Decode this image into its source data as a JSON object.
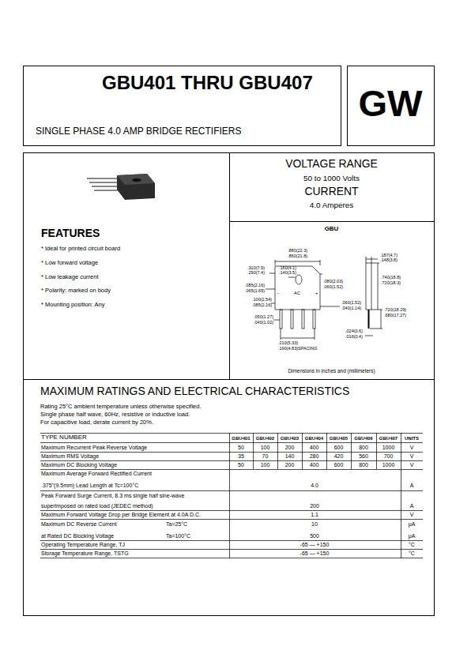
{
  "diagram": {
    "nodes": [
      {
        "text": [
          "GBU401 THRU GBU407",
          "SINGLE PHASE 4.0 AMP BRIDGE RECTIFIERS"
        ]
      },
      {
        "text": [
          "GW"
        ]
      },
      {
        "text": [
          "VOLTAGE RANGE",
          "50 to 1000 Volts",
          "CURRENT",
          "4.0 Amperes"
        ]
      },
      {
        "text": [
          "FEATURES",
          "* Ideal for printed circuit board",
          "* Low forward voltage",
          "* Low leakage current",
          "* Polarity: marked on body",
          "* Mounting position: Any"
        ]
      },
      {
        "text": [
          "GBU",
          "Dimensions in inches and (millimeters)"
        ]
      },
      {
        "text": [
          "MAXIMUM RATINGS AND ELECTRICAL CHARACTERISTICS",
          "Rating 25°C ambient temperature unless otherwise specified.",
          "Single phase half wave, 60Hz, resistive or inductive load.",
          "For capacitive load, derate current by 20%."
        ]
      }
    ],
    "labels": [
      ".880(22.3)",
      ".860(21.8)",
      ".310(7.9)",
      ".290(7.4)",
      ".160(4.1)",
      ".140(3.5)",
      ".080(2.03)",
      ".060(1.52)",
      ".085(2.16)",
      ".065(1.65)",
      "-",
      "AC",
      "+",
      ".100(2.54)",
      ".085(2.16)",
      ".050(1.27)",
      ".040(1.02)",
      ".060(1.52)",
      ".040(1.14)",
      ".210(5.33)",
      ".190(4.83)SPACING",
      ".187(4.7)",
      ".148(3.8)",
      ".740(18.8)",
      ".720(18.3)",
      ".720(18.29)",
      ".680(17.27)",
      ".024(0.6)",
      ".016(0.4)",
      "TYPE NUMBER",
      "GBU401",
      "GBU402",
      "GBU403",
      "GBU404",
      "GBU405",
      "GBU406",
      "GBU407",
      "UNITS",
      "Maximum Recurrent Peak Reverse Voltage",
      "50",
      "100",
      "200",
      "400",
      "600",
      "800",
      "1000",
      "V",
      "Maximum RMS Voltage",
      "35",
      "70",
      "140",
      "280",
      "420",
      "560",
      "700",
      "V",
      "Maximum DC Blocking Voltage",
      "50",
      "100",
      "200",
      "400",
      "600",
      "800",
      "1000",
      "V",
      "Maximum Average Forward Rectified Current",
      ".375\"(9.5mm) Lead Length at Tc=100°C",
      "4.0",
      "A",
      "Peak Forward Surge Current, 8.3 ms single half sine-wave",
      "superimposed on rated load (JEDEC method)",
      "200",
      "A",
      "Maximum Forward Voltage Drop per Bridge Element at 4.0A D.C.",
      "1.1",
      "V",
      "Maximum DC Reverse Current",
      "Ta=25°C",
      "10",
      "μA",
      "at Rated DC Blocking Voltage",
      "Ta=100°C",
      "500",
      "μA",
      "Operating Temperature Range, TJ",
      "-65 — +150",
      "°C",
      "Storage Temperature Range, TSTG",
      "-65 — +150",
      "°C"
    ]
  }
}
